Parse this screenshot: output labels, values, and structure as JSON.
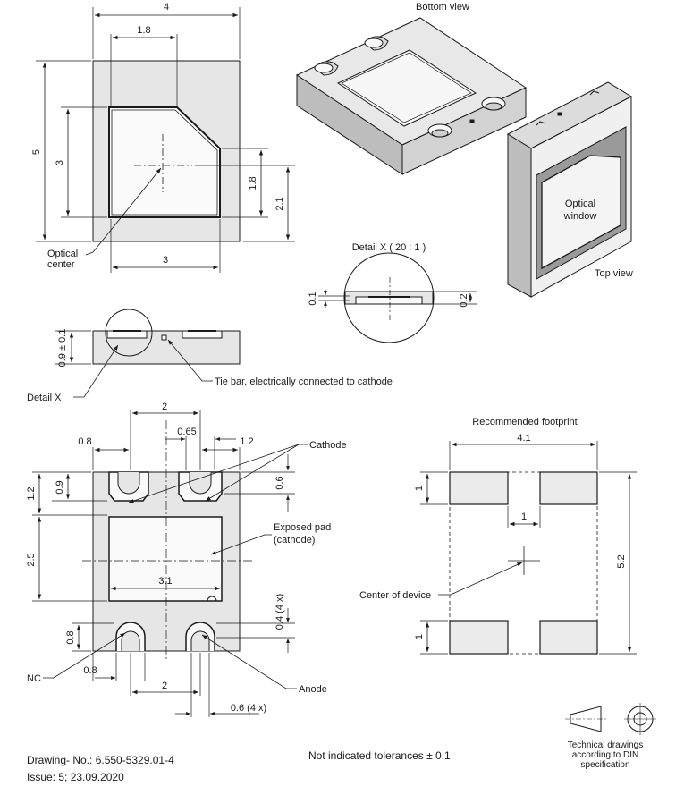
{
  "dims": {
    "top_width": "4",
    "top_window_w": "1.8",
    "top_height": "5",
    "top_window_h": "3",
    "top_cut_h": "1.8",
    "top_center_h": "2.1",
    "top_bottom_w": "3",
    "side_thickness": "0.9 ± 0.1",
    "detail_title": "Detail X ( 20 : 1 )",
    "detail_left": "0.1",
    "detail_right": "0.2",
    "bot_pitch": "2",
    "bot_pad_w": "0.65",
    "bot_left": "0.8",
    "bot_right": "1.2",
    "bot_top_pad_h": "0.9",
    "bot_top_pad_h2": "0.6",
    "bot_top_offset": "1.2",
    "bot_epad_h": "2.5",
    "bot_epad_w": "3.1",
    "bot_bottom_pad_h": "0.8",
    "bot_radius": "0.4 (4 x)",
    "bot_bottom_left": "0.8",
    "bot_bottom_pitch": "2",
    "bot_pad_width": "0.6 (4 x)",
    "fp_width": "4.1",
    "fp_pad_h_top": "1",
    "fp_gap": "1",
    "fp_height": "5.2",
    "fp_pad_h_bottom": "1"
  },
  "labels": {
    "bottom_view": "Bottom view",
    "top_view": "Top view",
    "optical_window_line1": "Optical",
    "optical_window_line2": "window",
    "optical_center_line1": "Optical",
    "optical_center_line2": "center",
    "detail_x": "Detail X",
    "tie_bar": "Tie bar, electrically connected to cathode",
    "cathode": "Cathode",
    "exposed_pad_line1": "Exposed pad",
    "exposed_pad_line2": "(cathode)",
    "nc": "NC",
    "anode": "Anode",
    "recommended_footprint": "Recommended footprint",
    "center_of_device": "Center of device"
  },
  "footer": {
    "drawing_no": "Drawing- No.: 6.550-5329.01-4",
    "issue": "Issue: 5;  23.09.2020",
    "tolerances": "Not indicated tolerances ± 0.1",
    "din_line1": "Technical drawings",
    "din_line2": "according to DIN",
    "din_line3": "specification"
  }
}
